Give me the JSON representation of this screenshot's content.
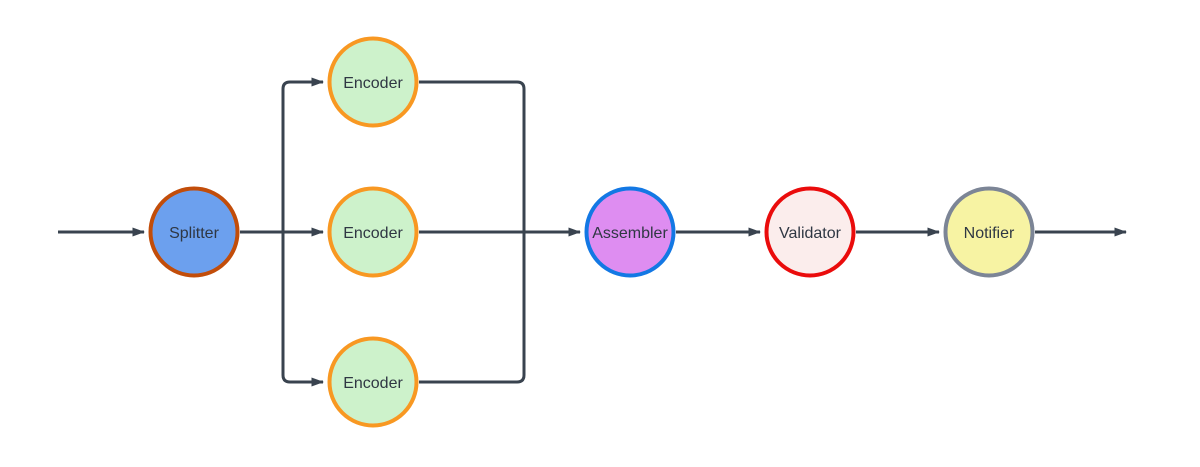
{
  "diagram": {
    "background": "#FFFFFF",
    "connector_color": "#39434F",
    "label_color": "#2F3743",
    "nodes": [
      {
        "id": "splitter",
        "label": "Splitter",
        "fill": "#6CA0EE",
        "stroke": "#C24D0A"
      },
      {
        "id": "encoder-1",
        "label": "Encoder",
        "fill": "#CDF2CB",
        "stroke": "#F89822"
      },
      {
        "id": "encoder-2",
        "label": "Encoder",
        "fill": "#CDF2CB",
        "stroke": "#F89822"
      },
      {
        "id": "encoder-3",
        "label": "Encoder",
        "fill": "#CDF2CB",
        "stroke": "#F89822"
      },
      {
        "id": "assembler",
        "label": "Assembler",
        "fill": "#DE8DF1",
        "stroke": "#1378E4"
      },
      {
        "id": "validator",
        "label": "Validator",
        "fill": "#FBEDEC",
        "stroke": "#EA0C0C"
      },
      {
        "id": "notifier",
        "label": "Notifier",
        "fill": "#F7F3A3",
        "stroke": "#7C8596"
      }
    ],
    "edges": [
      {
        "from": "input",
        "to": "Splitter"
      },
      {
        "from": "Splitter",
        "to": "Encoder (top)"
      },
      {
        "from": "Splitter",
        "to": "Encoder (middle)"
      },
      {
        "from": "Splitter",
        "to": "Encoder (bottom)"
      },
      {
        "from": "Encoder (top)",
        "to": "Assembler"
      },
      {
        "from": "Encoder (middle)",
        "to": "Assembler"
      },
      {
        "from": "Encoder (bottom)",
        "to": "Assembler"
      },
      {
        "from": "Assembler",
        "to": "Validator"
      },
      {
        "from": "Validator",
        "to": "Notifier"
      },
      {
        "from": "Notifier",
        "to": "output"
      }
    ]
  }
}
